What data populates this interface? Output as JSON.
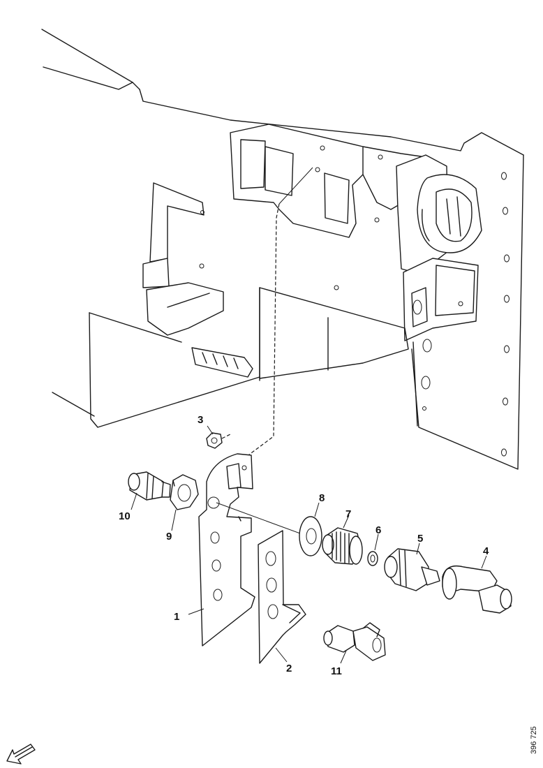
{
  "callouts": {
    "c1": "1",
    "c2": "2",
    "c3": "3",
    "c4": "4",
    "c5": "5",
    "c6": "6",
    "c7": "7",
    "c8": "8",
    "c9": "9",
    "c10": "10",
    "c11": "11"
  },
  "reference_number": "396 725",
  "orientation_icon": "arrow-down-left-icon",
  "colors": {
    "line": "#1a1a1a",
    "background": "#ffffff"
  }
}
